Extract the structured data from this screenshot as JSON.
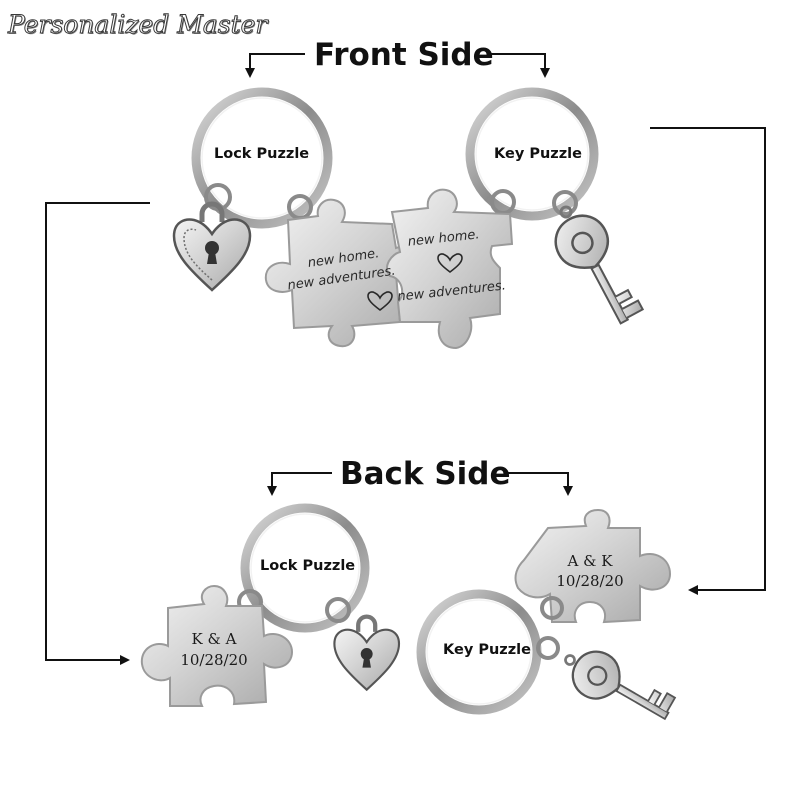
{
  "brand": {
    "name": "Personalized Master"
  },
  "sections": {
    "front": {
      "title": "Front Side"
    },
    "back": {
      "title": "Back Side"
    }
  },
  "front": {
    "lock": {
      "label": "Lock Puzzle",
      "text_line1": "new home.",
      "text_line2": "new adventures."
    },
    "key": {
      "label": "Key Puzzle",
      "text_line1": "new home.",
      "text_line2": "new adventures."
    }
  },
  "back": {
    "lock": {
      "label": "Lock Puzzle",
      "initials": "K & A",
      "date": "10/28/20"
    },
    "key": {
      "label": "Key Puzzle",
      "initials": "A & K",
      "date": "10/28/20"
    }
  },
  "colors": {
    "metal_light": "#e6e6e6",
    "metal_dark": "#8a8a8a",
    "arrow": "#111111"
  },
  "icons": [
    "heart-padlock-icon",
    "key-charm-icon",
    "heart-icon"
  ]
}
